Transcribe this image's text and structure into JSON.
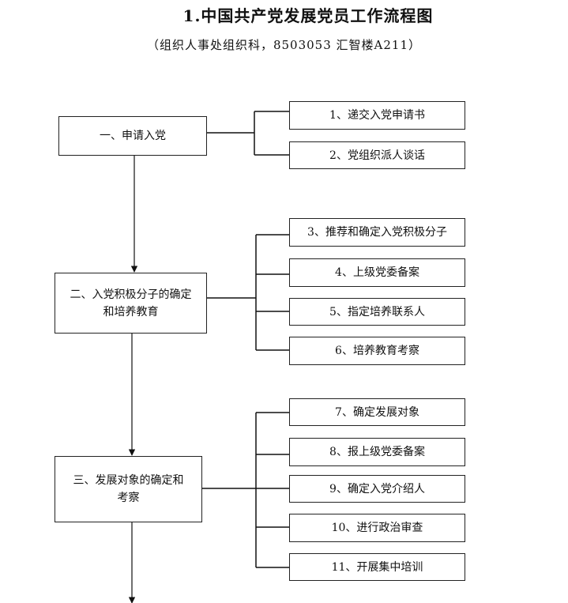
{
  "title": "1.中国共产党发展党员工作流程图",
  "subtitle": "（组织人事处组织科，8503053 汇智楼A211）",
  "stages": [
    {
      "label": "一、申请入党"
    },
    {
      "label": "二、入党积极分子的确定",
      "label2": "和培养教育"
    },
    {
      "label": "三、发展对象的确定和",
      "label2": "考察"
    }
  ],
  "steps": [
    "1、递交入党申请书",
    "2、党组织派人谈话",
    "3、推荐和确定入党积极分子",
    "4、上级党委备案",
    "5、指定培养联系人",
    "6、培养教育考察",
    "7、确定发展对象",
    "8、报上级党委备案",
    "9、确定入党介绍人",
    "10、进行政治审查",
    "11、开展集中培训"
  ]
}
